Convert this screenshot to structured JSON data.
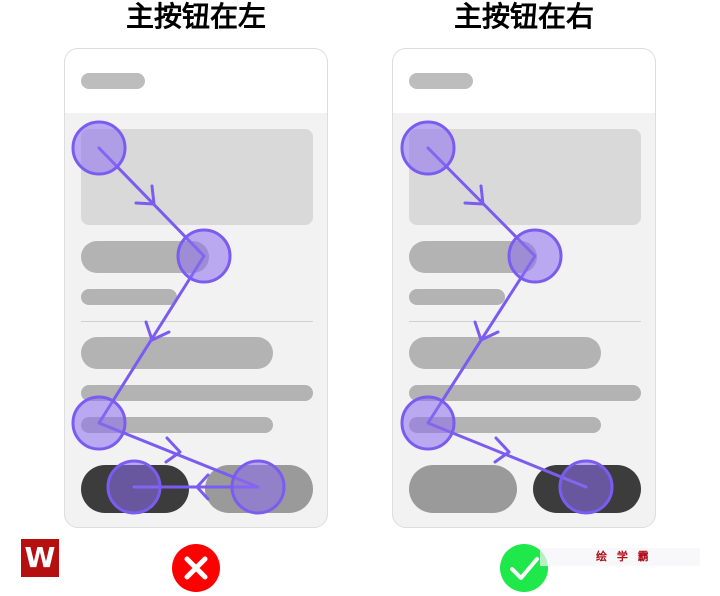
{
  "left": {
    "title": "主按钮在左",
    "verdict": "cross-icon"
  },
  "right": {
    "title": "主按钮在右",
    "verdict": "check-icon"
  },
  "colors": {
    "accent": "#7b5cf0",
    "wrong": "#ff0000",
    "right": "#1ee84a",
    "primary_button": "#3c3c3c",
    "secondary_button": "#9a9a9a"
  },
  "watermark": "绘 学 霸",
  "logo": "W"
}
